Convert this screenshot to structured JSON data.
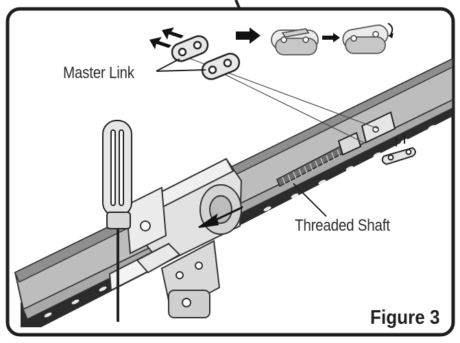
{
  "figure": {
    "caption": "Figure 3",
    "callouts": {
      "master_link": "Master Link",
      "threaded_shaft": "Threaded Shaft"
    }
  },
  "colors": {
    "frame": "#1e1e1e",
    "rail_top": "#8f8f8f",
    "rail_side": "#bdbdbd",
    "chain_dark": "#2b2b2b",
    "part_fill": "#e2e2e2",
    "part_outline": "#3a3a3a",
    "faded_part": "#b9b9b9"
  }
}
